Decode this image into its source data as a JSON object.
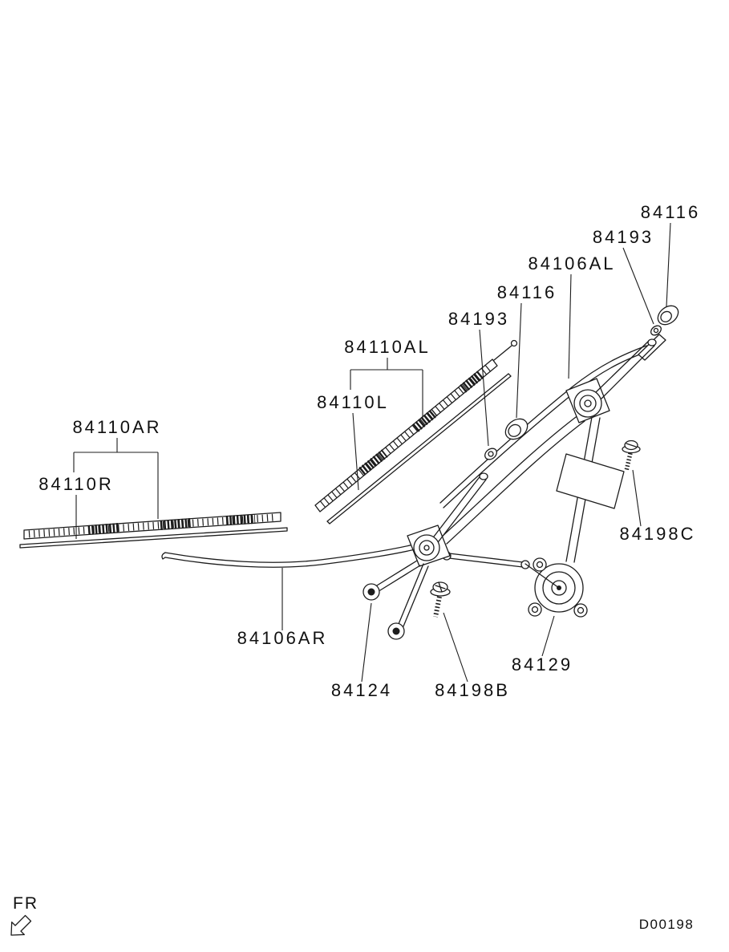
{
  "diagram": {
    "background": "#ffffff",
    "ink": "#1c1c1c",
    "part_labels": {
      "cap_top": "84116",
      "nut_top": "84193",
      "arm_left": "84106AL",
      "cap_mid": "84116",
      "nut_mid": "84193",
      "blade_assembly_left": "84110AL",
      "blade_left": "84110L",
      "blade_assembly_right": "84110AR",
      "blade_right": "84110R",
      "pivot_bolt": "84198C",
      "arm_right": "84106AR",
      "mount_bracket": "84124",
      "mount_bolt": "84198B",
      "motor": "84129"
    },
    "footer": {
      "direction": "FR",
      "code": "D00198"
    }
  }
}
